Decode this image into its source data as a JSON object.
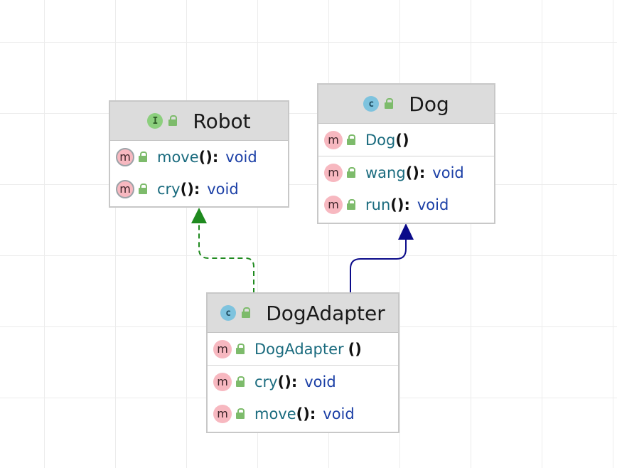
{
  "diagram": {
    "classes": [
      {
        "id": "robot",
        "name": "Robot",
        "kind_badge": "I",
        "kind": "interface",
        "sections": [
          [
            {
              "name": "move",
              "parens": "()",
              "colon": ":",
              "type": "void"
            },
            {
              "name": "cry",
              "parens": "()",
              "colon": ":",
              "type": "void"
            }
          ]
        ]
      },
      {
        "id": "dog",
        "name": "Dog",
        "kind_badge": "c",
        "kind": "class",
        "sections": [
          [
            {
              "name": "Dog",
              "parens": "()",
              "colon": "",
              "type": ""
            }
          ],
          [
            {
              "name": "wang",
              "parens": "()",
              "colon": ":",
              "type": "void"
            },
            {
              "name": "run",
              "parens": "()",
              "colon": ":",
              "type": "void"
            }
          ]
        ]
      },
      {
        "id": "dogadapter",
        "name": "DogAdapter",
        "kind_badge": "c",
        "kind": "class",
        "sections": [
          [
            {
              "name": "DogAdapter",
              "parens": "()",
              "colon": "",
              "type": ""
            }
          ],
          [
            {
              "name": "cry",
              "parens": "()",
              "colon": ":",
              "type": "void"
            },
            {
              "name": "move",
              "parens": "()",
              "colon": ":",
              "type": "void"
            }
          ]
        ]
      }
    ],
    "method_badge": "m",
    "relations": [
      {
        "from": "DogAdapter",
        "to": "Robot",
        "kind": "realization",
        "color": "#1f8a1f"
      },
      {
        "from": "DogAdapter",
        "to": "Dog",
        "kind": "generalization",
        "color": "#0b0b8a"
      }
    ],
    "colors": {
      "header_bg": "#dcdcdc",
      "interface_badge": "#8ccf7d",
      "class_badge": "#7ec3de",
      "method_badge": "#f7b8c0",
      "member_name": "#1a6b7e",
      "member_type": "#1b3fa6"
    }
  }
}
